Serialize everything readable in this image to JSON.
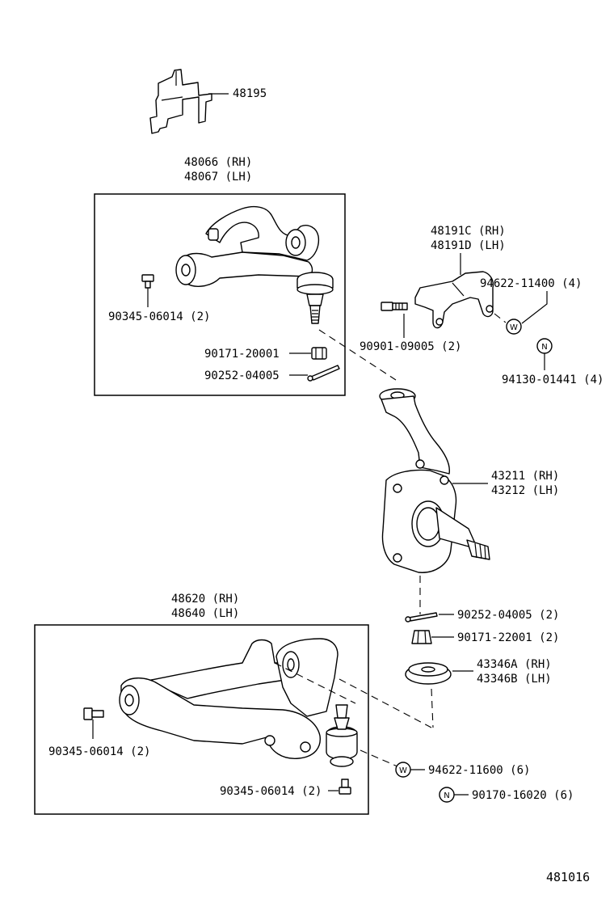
{
  "diagram_number": "481016",
  "parts": {
    "bracket_top": "48195",
    "upper_arm_rh": "48066 (RH)",
    "upper_arm_lh": "48067 (LH)",
    "upper_bolt": "90345-06014 (2)",
    "upper_nut": "90171-20001",
    "upper_pin": "90252-04005",
    "plate_rh": "48191C (RH)",
    "plate_lh": "48191D (LH)",
    "plate_washer": "94622-11400 (4)",
    "plate_bolt": "90901-09005 (2)",
    "plate_nut": "94130-01441 (4)",
    "knuckle_rh": "43211 (RH)",
    "knuckle_lh": "43212 (LH)",
    "lower_pin": "90252-04005 (2)",
    "lower_nut": "90171-22001 (2)",
    "seal_rh": "43346A (RH)",
    "seal_lh": "43346B (LH)",
    "lower_arm_rh": "48620 (RH)",
    "lower_arm_lh": "48640 (LH)",
    "lower_bolt_left": "90345-06014 (2)",
    "lower_washer": "94622-11600 (6)",
    "lower_bolt_bottom": "90345-06014 (2)",
    "lower_nut_bottom": "90170-16020 (6)"
  },
  "symbols": {
    "washer": "W",
    "nut": "N"
  }
}
